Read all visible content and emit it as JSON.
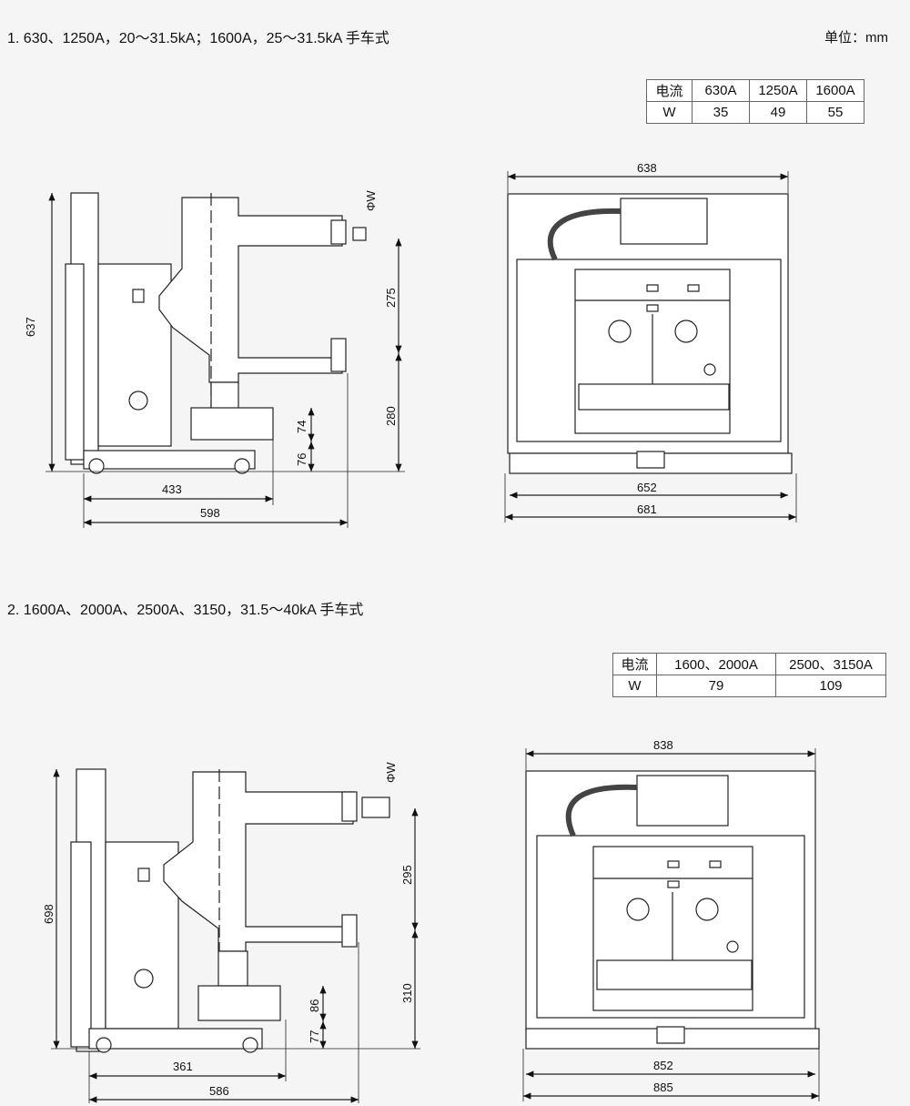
{
  "unit_label": "单位：mm",
  "section1": {
    "title": "1. 630、1250A，20～31.5kA；1600A，25～31.5kA 手车式",
    "table": {
      "header": [
        "电流",
        "630A",
        "1250A",
        "1600A"
      ],
      "row": [
        "W",
        "35",
        "49",
        "55"
      ]
    },
    "side_dims": {
      "height": "637",
      "upper": "275",
      "lower": "280",
      "b1": "74",
      "b2": "76",
      "w1": "433",
      "w2": "598",
      "phi": "ΦW"
    },
    "front_dims": {
      "top": "638",
      "mid": "652",
      "bottom": "681"
    }
  },
  "section2": {
    "title": "2. 1600A、2000A、2500A、3150，31.5～40kA 手车式",
    "table": {
      "header": [
        "电流",
        "1600、2000A",
        "2500、3150A"
      ],
      "row": [
        "W",
        "79",
        "109"
      ]
    },
    "side_dims": {
      "height": "698",
      "upper": "295",
      "lower": "310",
      "b1": "86",
      "b2": "77",
      "w1": "361",
      "w2": "586",
      "phi": "ΦW"
    },
    "front_dims": {
      "top": "838",
      "mid": "852",
      "bottom": "885"
    }
  }
}
